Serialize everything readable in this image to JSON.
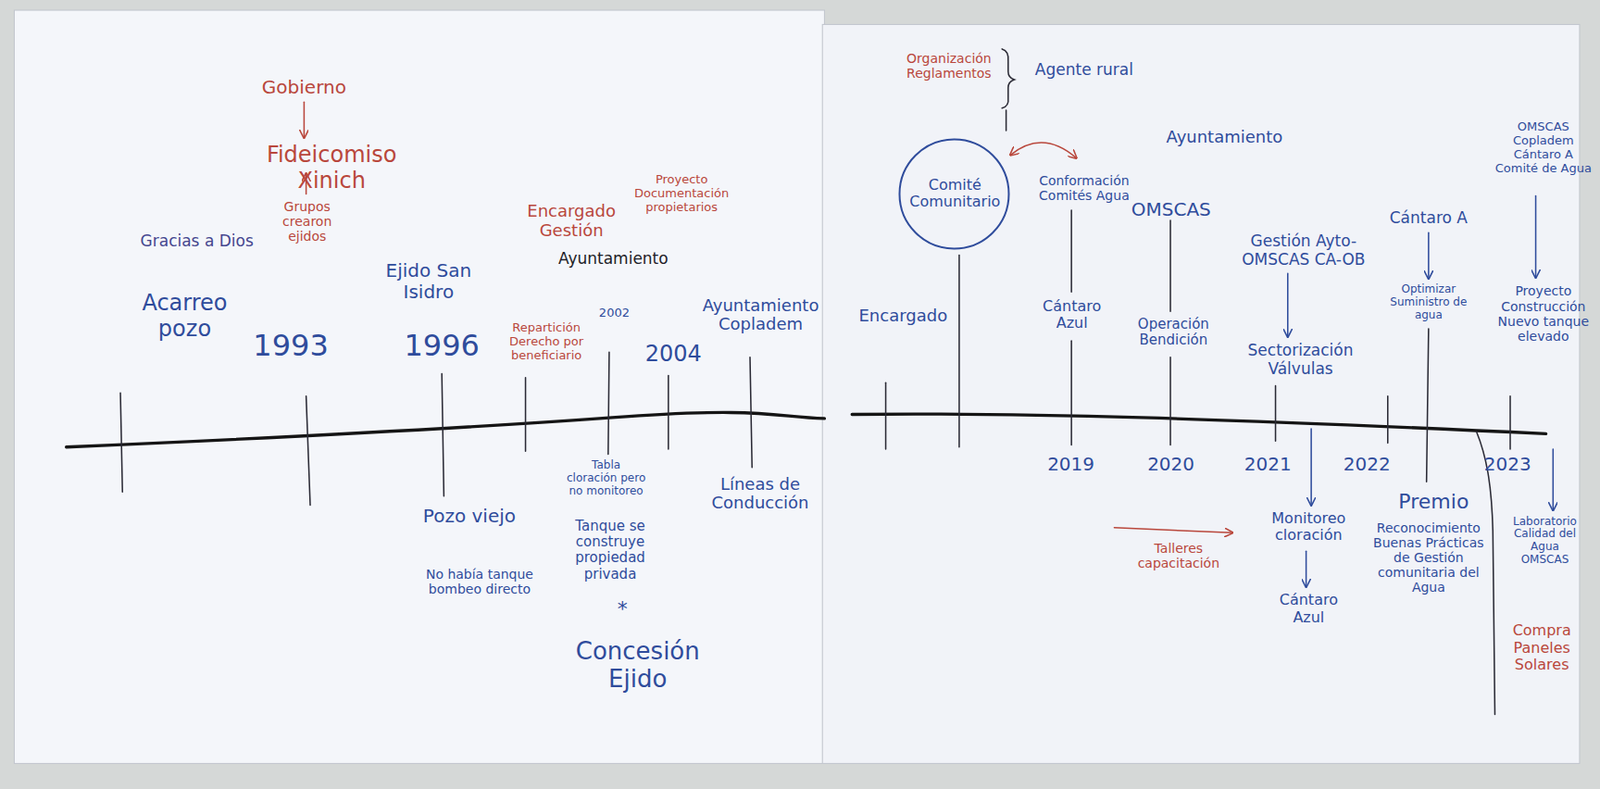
{
  "diagram": {
    "nodes": [
      {
        "text": [
          "Comité Comunitario"
        ]
      }
    ],
    "labels": [
      "Gobierno",
      "Fideicomiso Xinich",
      "Grupos crearon ejidos",
      "Gracias a Dios",
      "Acarreo pozo",
      "1993",
      "Ejido San Isidro",
      "1996",
      "Encargado Gestión",
      "Ayuntamiento",
      "Proyecto Documentación propietarios",
      "2002",
      "Repartición Derecho por beneficiario",
      "2004",
      "Ayuntamiento Copladem",
      "Pozo viejo",
      "No había tanque bombeo directo",
      "Tabla cloración pero no monitoreo",
      "Tanque se construye propiedad privada",
      "*",
      "Concesión Ejido",
      "Líneas de Conducción",
      "Organización Reglamentos",
      "Agente rural",
      "Conformación Comités Agua",
      "Ayuntamiento",
      "OMSCAS",
      "Encargado",
      "Cántaro Azul",
      "Operación Bendición",
      "Gestión Ayto-OMSCAS CA-OB",
      "Sectorización Válvulas",
      "Cántaro A",
      "Optimizar Suministro de agua",
      "OMSCAS Copladem Cántaro A Comité de Agua",
      "Proyecto Construcción Nuevo tanque elevado",
      "2019",
      "2020",
      "2021",
      "2022",
      "2023",
      "Talleres capacitación",
      "Monitoreo cloración",
      "Cántaro Azul",
      "Premio",
      "Reconocimiento Buenas Prácticas de Gestión comunitaria del Agua",
      "Laboratorio Calidad del Agua OMSCAS",
      "Compra Paneles Solares"
    ]
  }
}
